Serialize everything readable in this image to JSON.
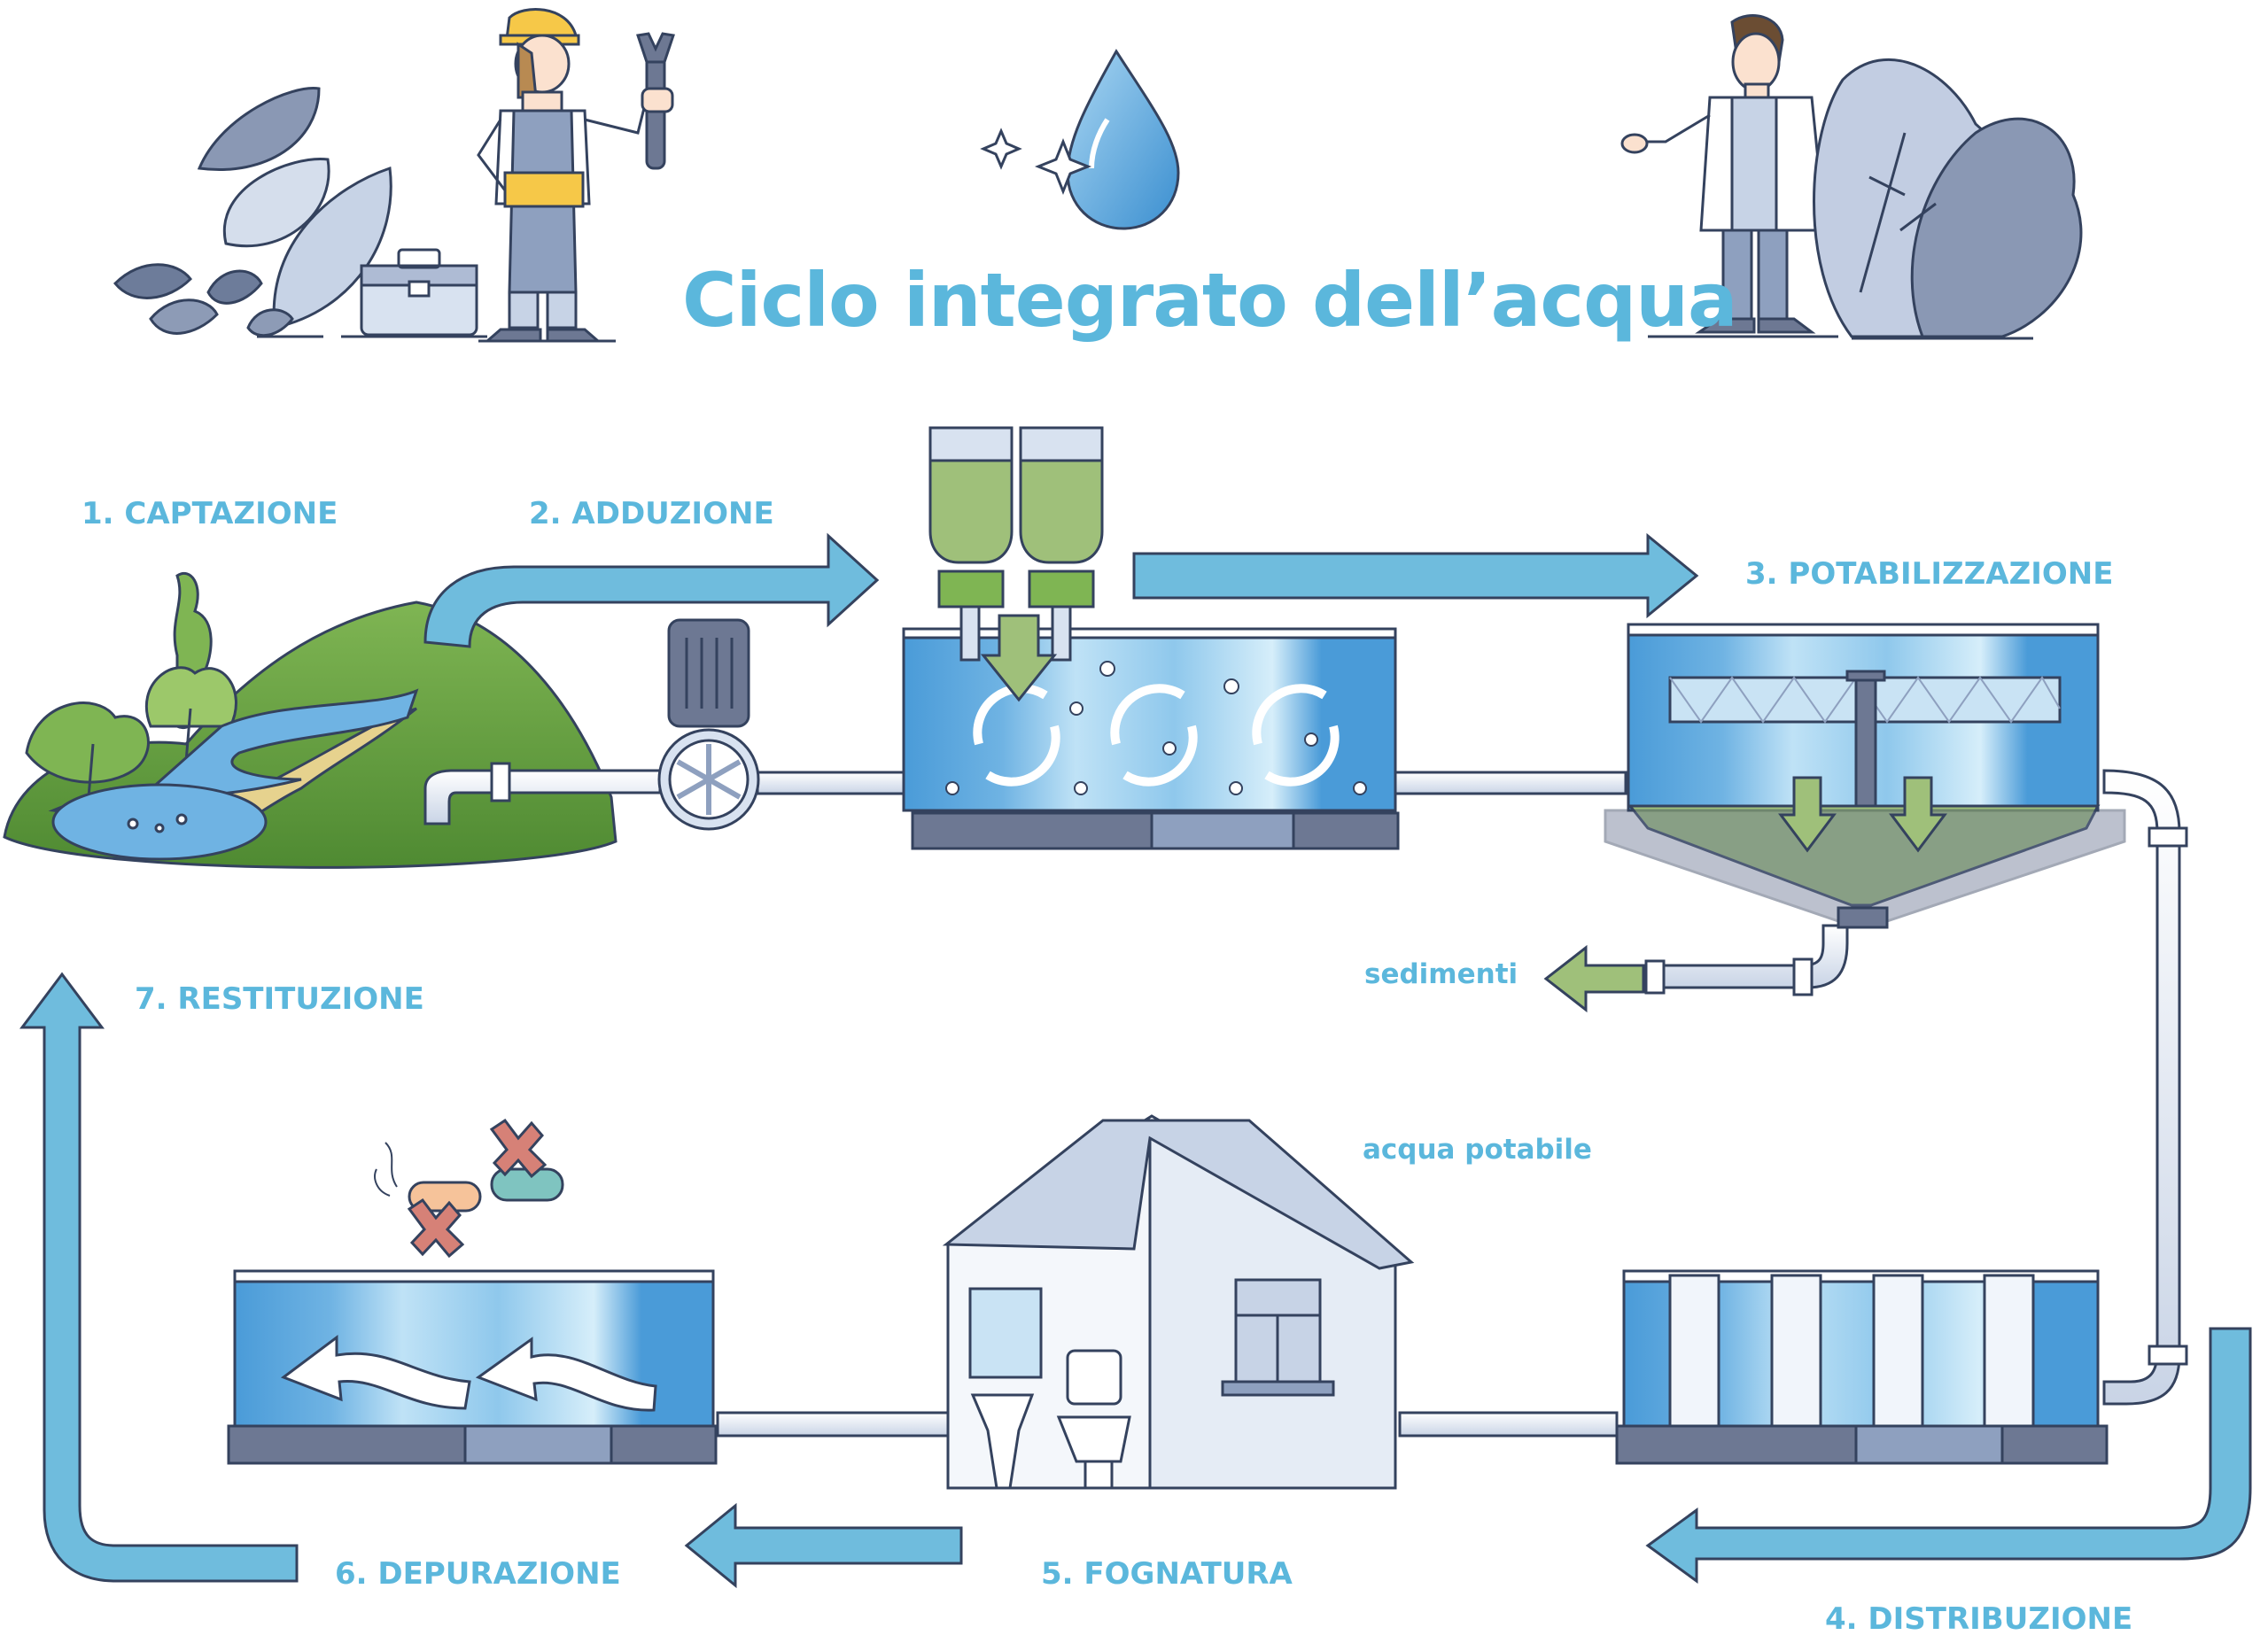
{
  "title": "Ciclo integrato dell’acqua",
  "steps": [
    {
      "label": "1. CAPTAZIONE"
    },
    {
      "label": "2. ADDUZIONE"
    },
    {
      "label": "3. POTABILIZZAZIONE"
    },
    {
      "label": "4. DISTRIBUZIONE"
    },
    {
      "label": "5. FOGNATURA"
    },
    {
      "label": "6. DEPURAZIONE"
    },
    {
      "label": "7. RESTITUZIONE"
    }
  ],
  "annotations": {
    "sediments": "sedimenti",
    "drinking_water": "acqua potabile"
  },
  "colors": {
    "accent": "#5bb7dc",
    "water": "#4a9bd8",
    "water_light": "#a9d6f2",
    "arrow": "#6fbcdd",
    "outline": "#34425e",
    "steel": "#6d7893",
    "green": "#5e9a3a",
    "sludge": "#9fc07a"
  }
}
